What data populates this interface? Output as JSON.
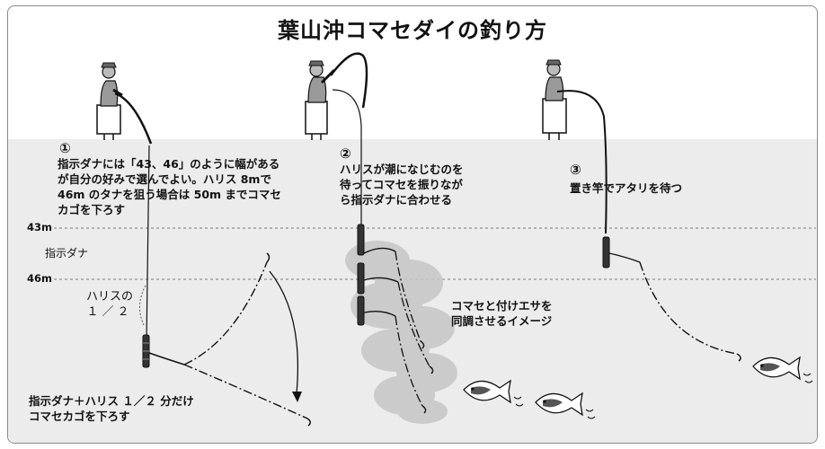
{
  "title": "葉山沖コマセダイの釣り方",
  "step1": {
    "number": "①",
    "lines": [
      "指示ダナには「43、46」のように幅がある",
      "が自分の好みで選んでよい。ハリス 8mで",
      "46m のタナを狙う場合は 50m までコマセ",
      "カゴを下ろす"
    ]
  },
  "step2": {
    "number": "②",
    "lines": [
      "ハリスが潮になじむのを",
      "待ってコマセを振りなが",
      "ら指示ダナに合わせる"
    ]
  },
  "step3": {
    "number": "③",
    "text": "置き竿でアタリを待つ"
  },
  "depth_labels": {
    "upper": "43m",
    "range": "指示ダナ",
    "lower": "46m"
  },
  "harisu_half": {
    "line1": "ハリスの",
    "line2": "１／２"
  },
  "lower_note": {
    "line1": "指示ダナ＋ハリス １／２ 分だけ",
    "line2": "コマセカゴを下ろす"
  },
  "sync_note": {
    "line1": "コマセと付けエサを",
    "line2": "同調させるイメージ"
  },
  "colors": {
    "sea": "#ececec",
    "line": "#111111",
    "cloud": "#c8c8c8"
  }
}
